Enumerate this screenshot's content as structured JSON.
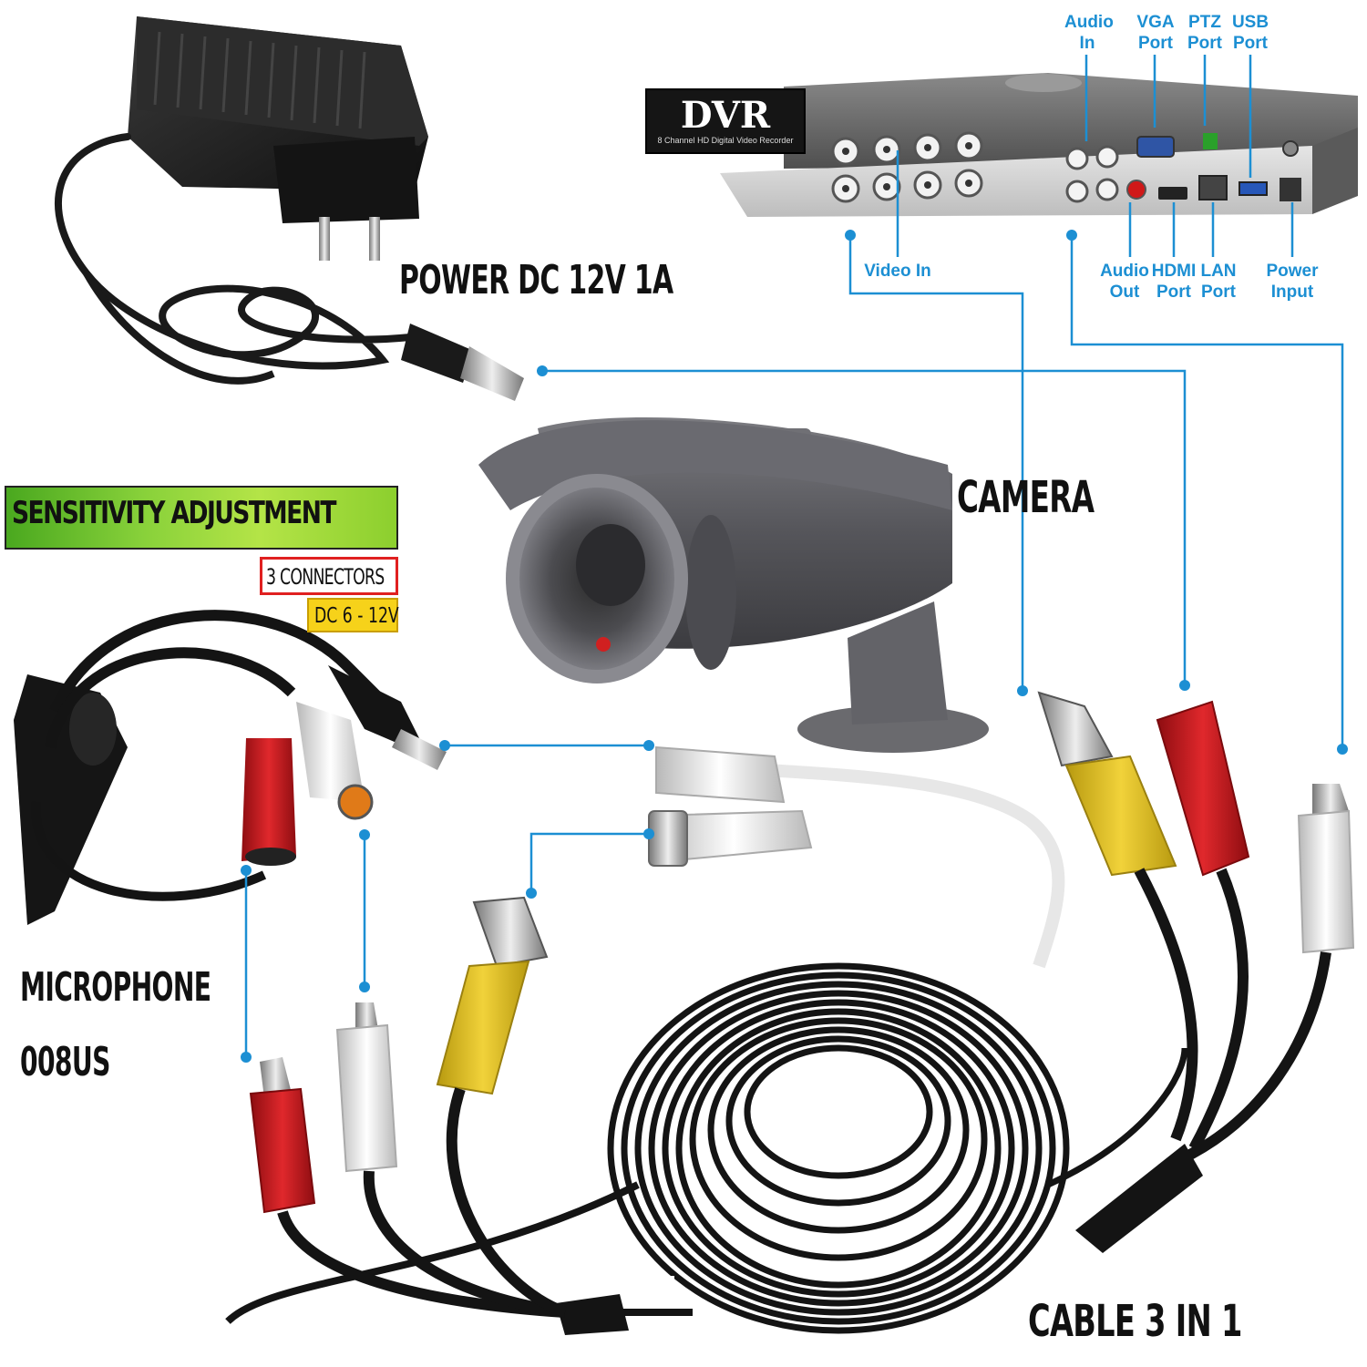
{
  "dvr": {
    "badge_title": "DVR",
    "badge_subtitle": "8 Channel HD Digital Video Recorder",
    "port_labels_top": [
      {
        "id": "audio-in",
        "text": "Audio\nIn"
      },
      {
        "id": "vga-port",
        "text": "VGA\nPort"
      },
      {
        "id": "ptz-port",
        "text": "PTZ\nPort"
      },
      {
        "id": "usb-port",
        "text": "USB\nPort"
      }
    ],
    "port_labels_bottom": [
      {
        "id": "video-in",
        "text": "Video In"
      },
      {
        "id": "audio-out",
        "text": "Audio\nOut"
      },
      {
        "id": "hdmi-port",
        "text": "HDMI\nPort"
      },
      {
        "id": "lan-port",
        "text": "LAN\nPort"
      },
      {
        "id": "power-input",
        "text": "Power\nInput"
      }
    ]
  },
  "captions": {
    "power": "POWER DC 12V 1A",
    "camera": "CAMERA",
    "sensitivity": "SENSITIVITY ADJUSTMENT",
    "connectors": "3 CONNECTORS",
    "voltage": "DC 6 - 12V",
    "microphone_line1": "MICROPHONE",
    "microphone_line2": "008US",
    "cable": "CABLE 3 IN 1"
  },
  "colors": {
    "leader_line": "#1c8fd3",
    "dvr_body": "#6e6e6e",
    "dvr_panel": "#d9d9d9",
    "camera_body": "#5f5f62",
    "cable": "#141414",
    "plug_red": "#c9161c",
    "plug_white": "#ececec",
    "plug_yellow": "#e6c21c"
  },
  "icons": [
    "power-adapter-icon",
    "dvr-recorder-icon",
    "bullet-camera-icon",
    "microphone-icon",
    "coiled-cable-icon",
    "bnc-connector-icon",
    "rca-connector-icon",
    "dc-plug-icon"
  ]
}
